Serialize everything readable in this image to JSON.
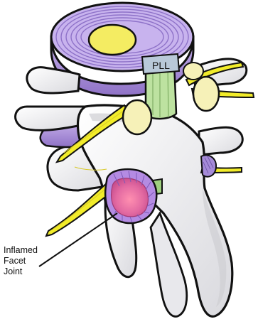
{
  "labels": {
    "ligament": "PLL",
    "callout_lines": [
      "Inflamed",
      "Facet",
      "Joint"
    ]
  },
  "colors": {
    "outline": "#111111",
    "bone": "#f2f2f2",
    "bone_shadow": "#cfcfd3",
    "disc": "#b59be0",
    "disc_dark": "#9a7ccf",
    "nucleus": "#f4ec62",
    "nerve": "#f2ec2a",
    "ligament": "#bde2a0",
    "ganglion": "#f6f1b8",
    "inflamed": "#e36aa2",
    "synovial": "#b48be3"
  }
}
